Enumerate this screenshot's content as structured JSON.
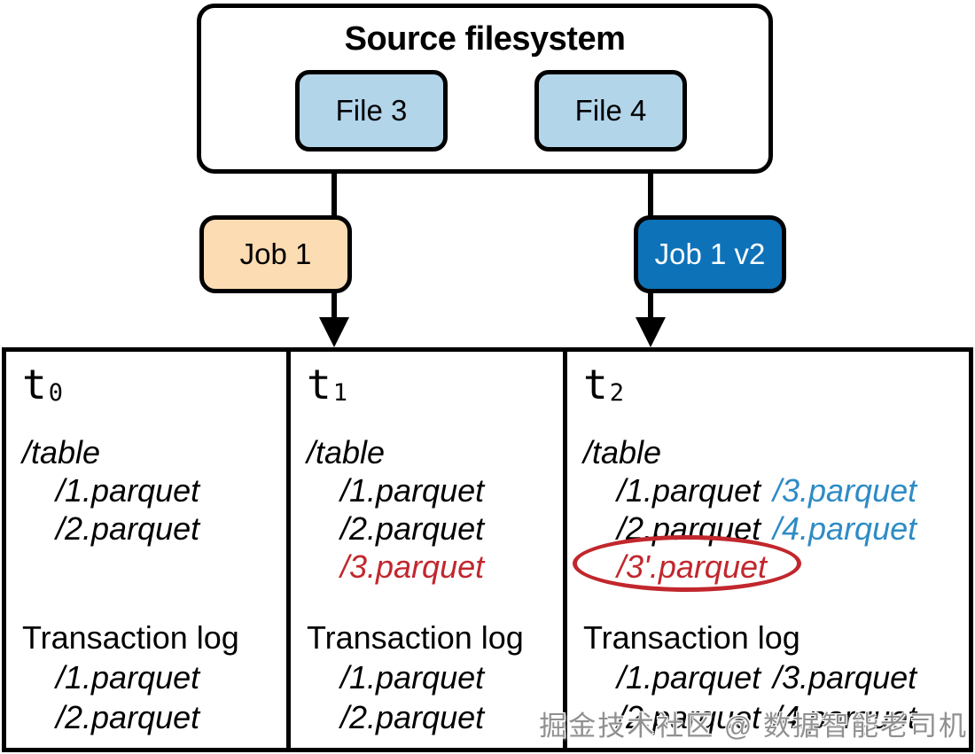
{
  "colors": {
    "file_box_fill": "#b3d5ea",
    "job1_fill": "#fcdcb2",
    "job1v2_fill": "#0e72b8",
    "job1v2_text": "#ffffff",
    "new_file_red": "#c1272d",
    "new_file_blue": "#2e8bc5",
    "highlight_circle": "#c1272d",
    "outline": "#000000"
  },
  "source": {
    "title": "Source filesystem",
    "file3": "File 3",
    "file4": "File 4"
  },
  "jobs": {
    "job1": "Job 1",
    "job1v2": "Job 1 v2"
  },
  "snapshots": {
    "t0": {
      "label": "t",
      "sub": "0",
      "fs": {
        "root": "/table",
        "files": [
          "/1.parquet",
          "/2.parquet"
        ]
      },
      "log": {
        "title": "Transaction log",
        "files": [
          "/1.parquet",
          "/2.parquet"
        ]
      }
    },
    "t1": {
      "label": "t",
      "sub": "1",
      "fs": {
        "root": "/table",
        "files": [
          "/1.parquet",
          "/2.parquet",
          "/3.parquet"
        ]
      },
      "log": {
        "title": "Transaction log",
        "files": [
          "/1.parquet",
          "/2.parquet"
        ]
      }
    },
    "t2": {
      "label": "t",
      "sub": "2",
      "fs": {
        "root": "/table",
        "rows": [
          [
            "/1.parquet",
            "/3.parquet"
          ],
          [
            "/2.parquet",
            "/4.parquet"
          ],
          [
            "/3'.parquet"
          ]
        ],
        "circled_file": "/3'.parquet"
      },
      "log": {
        "title": "Transaction log",
        "rows": [
          [
            "/1.parquet",
            "/3.parquet"
          ],
          [
            "/2.parquet",
            "/4.parquet"
          ]
        ]
      }
    }
  },
  "watermark": "掘金技术社区 @ 数据智能老司机"
}
